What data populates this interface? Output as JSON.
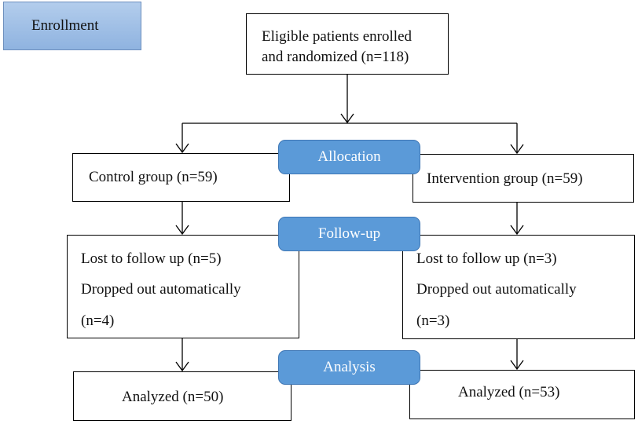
{
  "enrollment": {
    "label": "Enrollment"
  },
  "eligible": {
    "line1": "Eligible patients enrolled",
    "line2": "and randomized (n=118)"
  },
  "stages": {
    "allocation": "Allocation",
    "followup": "Follow-up",
    "analysis": "Analysis"
  },
  "control": {
    "label": "Control group (n=59)"
  },
  "intervention": {
    "label": "Intervention group (n=59)"
  },
  "followup_left": {
    "line1": "Lost to follow up (n=5)",
    "line2": "Dropped out automatically",
    "line3": "(n=4)"
  },
  "followup_right": {
    "line1": "Lost to follow up (n=3)",
    "line2": "Dropped out automatically",
    "line3": "(n=3)"
  },
  "analyzed_left": {
    "label": "Analyzed (n=50)"
  },
  "analyzed_right": {
    "label": "Analyzed (n=53)"
  },
  "colors": {
    "stage_fill": "#5b9ad8",
    "enrollment_fill": "#9fbfe6",
    "line": "#000000"
  }
}
